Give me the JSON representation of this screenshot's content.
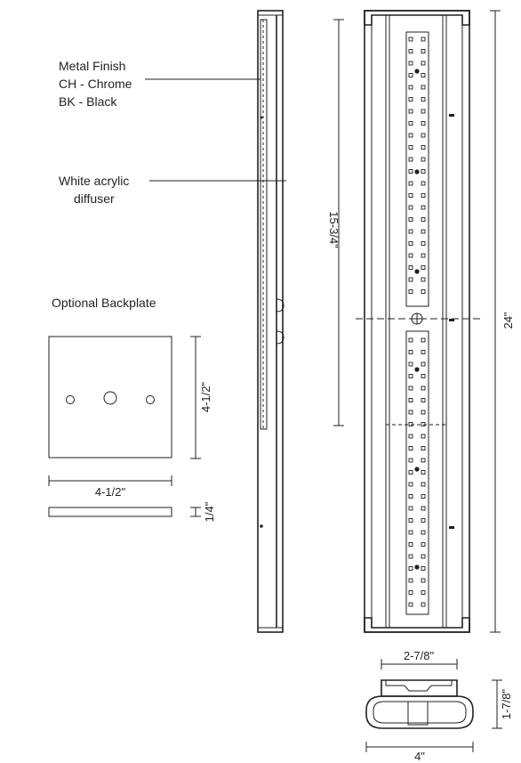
{
  "callouts": {
    "metal_finish_title": "Metal Finish",
    "metal_finish_ch": "CH - Chrome",
    "metal_finish_bk": "BK - Black",
    "diffuser_line1": "White acrylic",
    "diffuser_line2": "diffuser",
    "backplate_title": "Optional Backplate"
  },
  "dimensions": {
    "backplate_height": "4-1/2\"",
    "backplate_width": "4-1/2\"",
    "backplate_depth": "1/4\"",
    "led_length": "15-3/4\"",
    "overall_height": "24\"",
    "top_width": "2-7/8\"",
    "section_depth": "1-7/8\"",
    "overall_width": "4\""
  },
  "colors": {
    "line": "#231f20",
    "background": "#ffffff"
  }
}
